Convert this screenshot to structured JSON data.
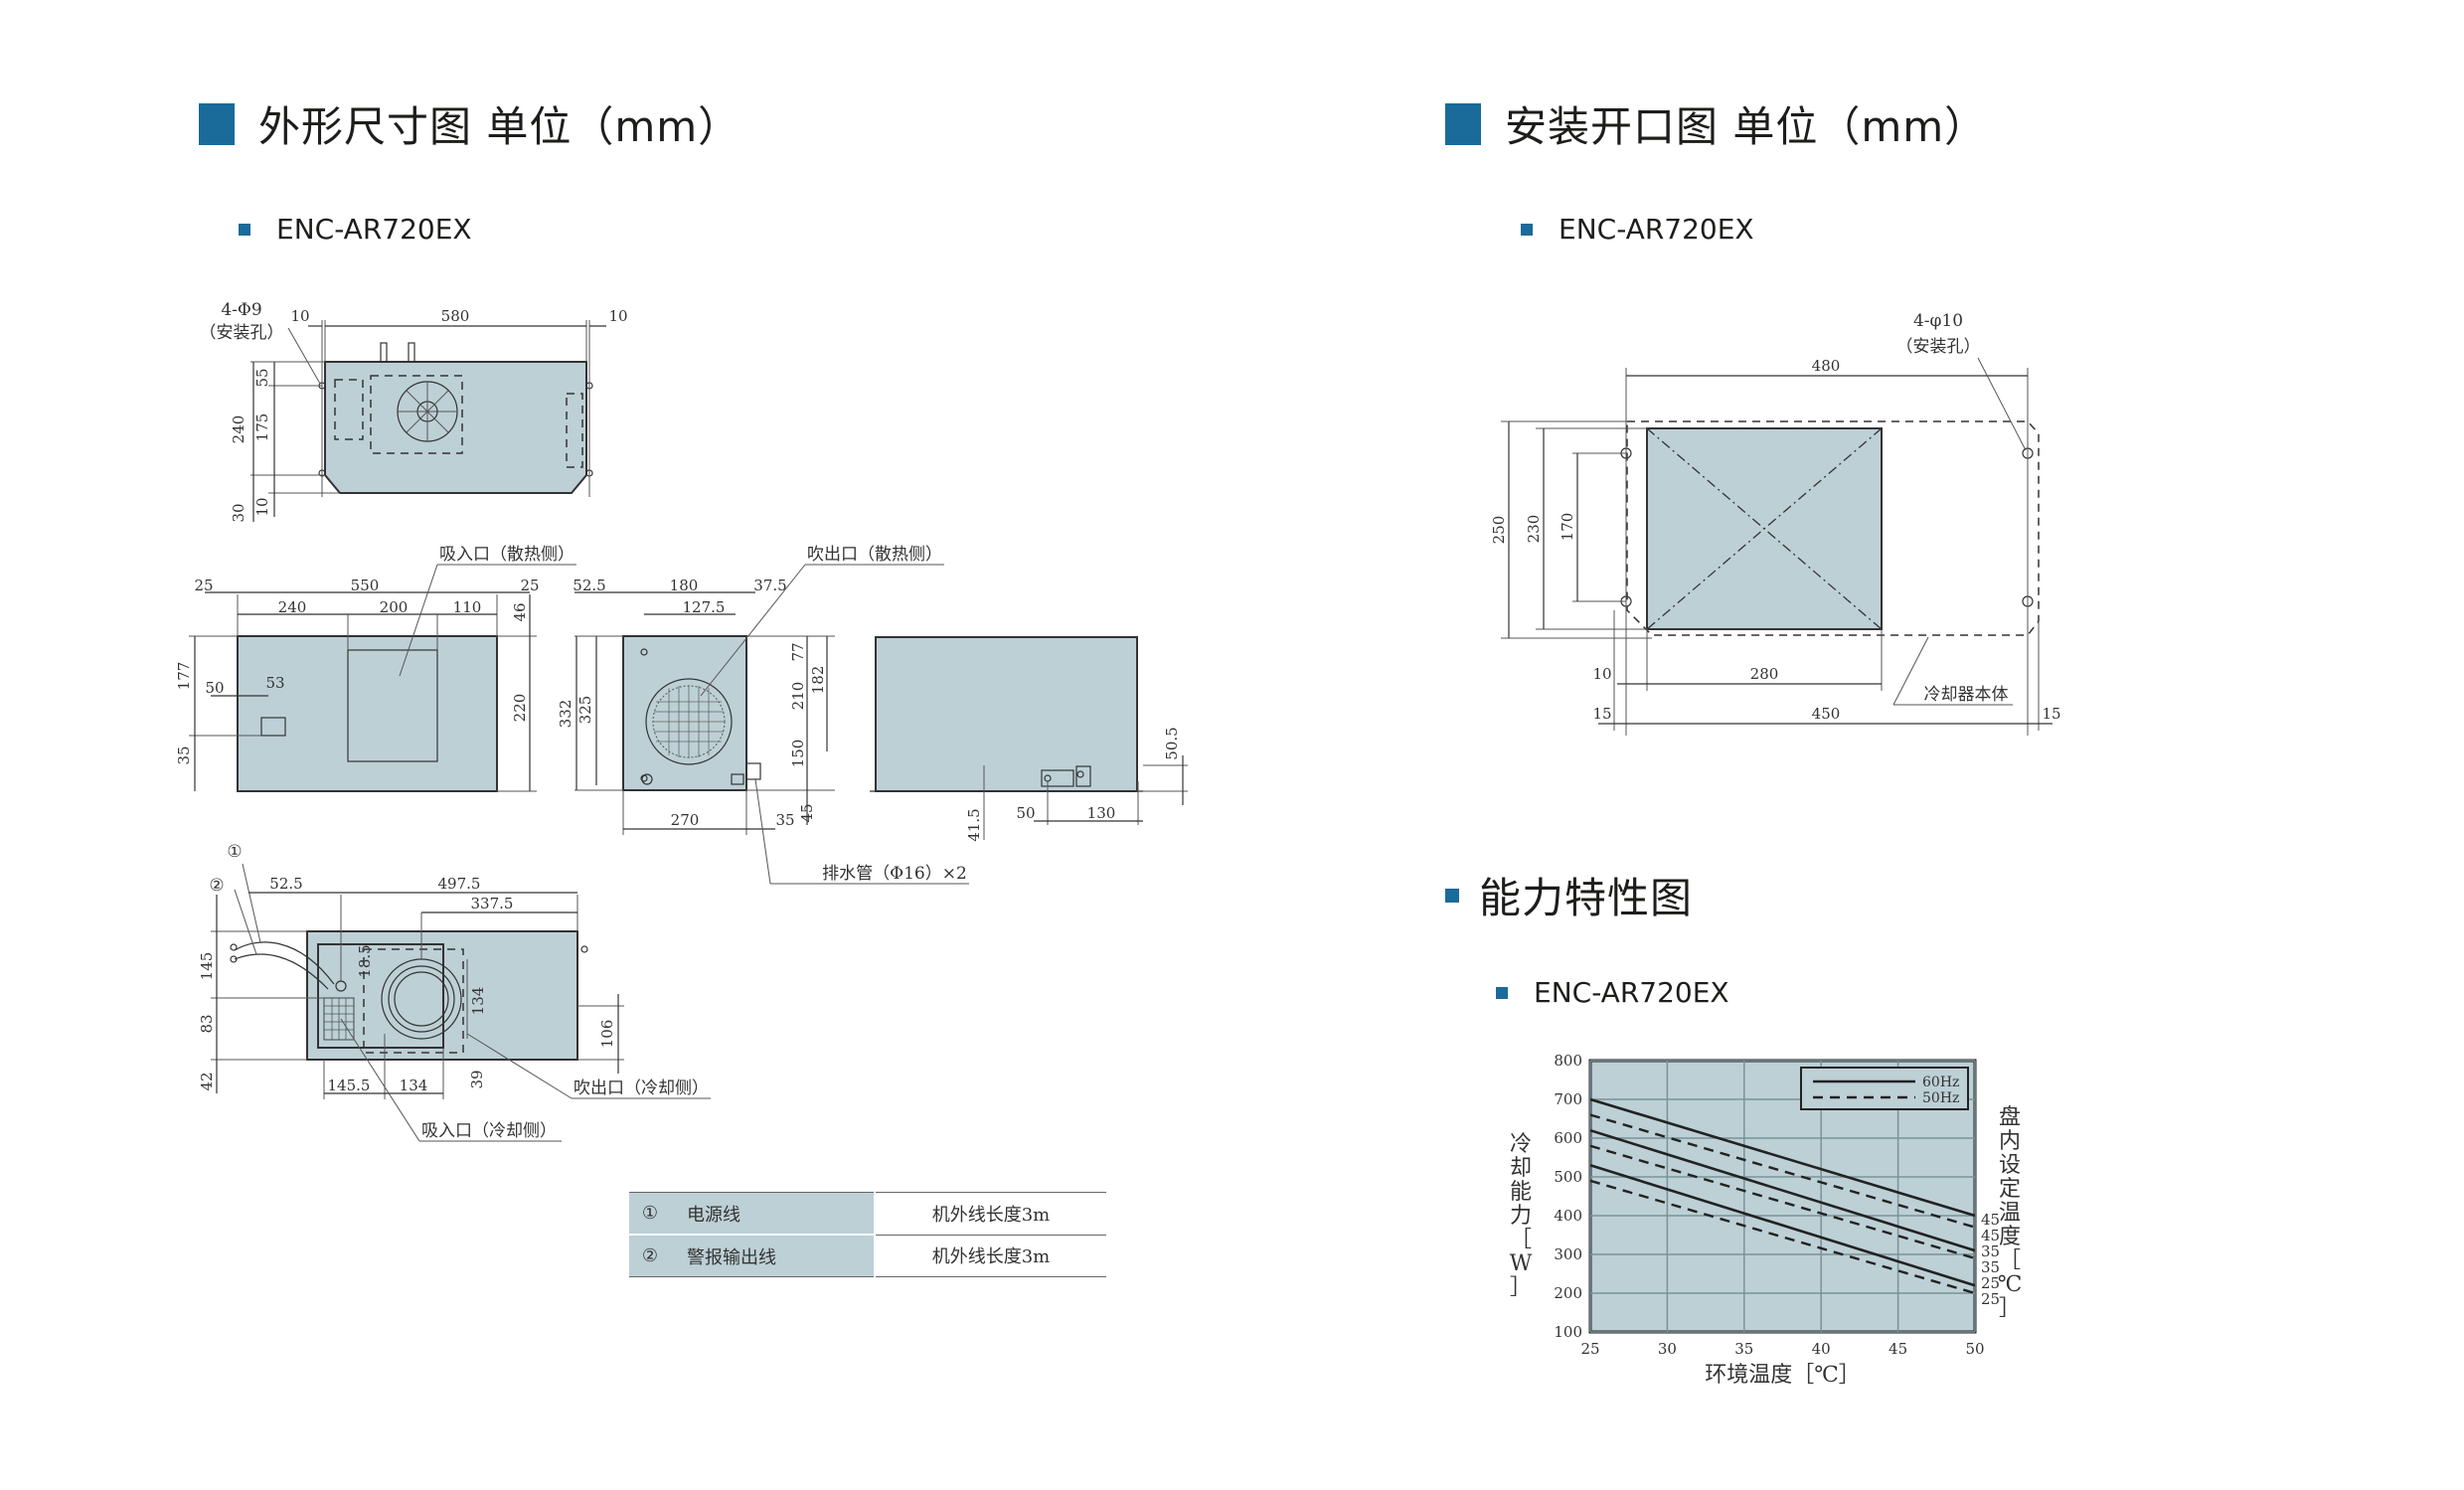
{
  "sections": {
    "outline": {
      "title": "外形尺寸图 单位（mm）",
      "model": "ENC-AR720EX"
    },
    "mounting": {
      "title": "安装开口图 单位（mm）",
      "model": "ENC-AR720EX"
    },
    "capacity": {
      "title": "能力特性图",
      "model": "ENC-AR720EX"
    }
  },
  "outline_labels": {
    "holes": "4-Φ9",
    "holes_note": "（安装孔）",
    "intake_hot": "吸入口（散热侧）",
    "outlet_hot": "吹出口（散热侧）",
    "drain": "排水管（Φ16）×2",
    "outlet_cool": "吹出口（冷却侧）",
    "intake_cool": "吸入口（冷却侧）",
    "callout_1": "①",
    "callout_2": "②"
  },
  "outline_dims": {
    "top_10a": "10",
    "top_580": "580",
    "top_10b": "10",
    "top_55": "55",
    "top_240": "240",
    "top_175": "175",
    "top_30": "30",
    "top_10c": "10",
    "f_25a": "25",
    "f_550": "550",
    "f_25b": "25",
    "f_240": "240",
    "f_200": "200",
    "f_110": "110",
    "f_46": "46",
    "f_177": "177",
    "f_50": "50",
    "f_53": "53",
    "f_220": "220",
    "f_35": "35",
    "s_52_5": "52.5",
    "s_180": "180",
    "s_37_5": "37.5",
    "s_127_5": "127.5",
    "s_77": "77",
    "s_182": "182",
    "s_210": "210",
    "s_150": "150",
    "s_332": "332",
    "s_325": "325",
    "s_270": "270",
    "s_35": "35",
    "s_45": "45",
    "r_50_5": "50.5",
    "r_41_5": "41.5",
    "r_50": "50",
    "r_130": "130",
    "b_52_5": "52.5",
    "b_497_5": "497.5",
    "b_337_5": "337.5",
    "b_18_5": "18.5",
    "b_145": "145",
    "b_83": "83",
    "b_42": "42",
    "b_134v": "134",
    "b_106": "106",
    "b_145_5": "145.5",
    "b_134": "134",
    "b_39": "39"
  },
  "wires_table": [
    {
      "no": "①",
      "name": "电源线",
      "note": "机外线长度3m"
    },
    {
      "no": "②",
      "name": "警报输出线",
      "note": "机外线长度3m"
    }
  ],
  "mounting_labels": {
    "holes": "4-φ10",
    "holes_note": "（安装孔）",
    "body": "冷却器本体",
    "d_480": "480",
    "d_250": "250",
    "d_230": "230",
    "d_170": "170",
    "d_10": "10",
    "d_280": "280",
    "d_15a": "15",
    "d_450": "450",
    "d_15b": "15"
  },
  "chart_data": {
    "type": "line",
    "xlabel": "环境温度［℃］",
    "ylabel": "冷却能力［W］",
    "y2label": "盘内设定温度［℃］",
    "xlim": [
      25,
      50
    ],
    "ylim": [
      100,
      800
    ],
    "x_ticks": [
      25,
      30,
      35,
      40,
      45,
      50
    ],
    "y_ticks": [
      100,
      200,
      300,
      400,
      500,
      600,
      700,
      800
    ],
    "grid": true,
    "legend": "top-right",
    "legend_entries": [
      "60Hz",
      "50Hz"
    ],
    "series": [
      {
        "name": "60Hz",
        "setpoint": "45",
        "x": [
          25,
          50
        ],
        "y": [
          700,
          400
        ]
      },
      {
        "name": "50Hz",
        "setpoint": "45",
        "x": [
          25,
          50
        ],
        "y": [
          660,
          370
        ]
      },
      {
        "name": "60Hz",
        "setpoint": "35",
        "x": [
          25,
          50
        ],
        "y": [
          620,
          310
        ]
      },
      {
        "name": "50Hz",
        "setpoint": "35",
        "x": [
          25,
          50
        ],
        "y": [
          580,
          290
        ]
      },
      {
        "name": "60Hz",
        "setpoint": "25",
        "x": [
          25,
          50
        ],
        "y": [
          530,
          220
        ]
      },
      {
        "name": "50Hz",
        "setpoint": "25",
        "x": [
          25,
          50
        ],
        "y": [
          490,
          200
        ]
      }
    ],
    "right_labels": [
      "45",
      "45",
      "35",
      "35",
      "25",
      "25"
    ]
  }
}
